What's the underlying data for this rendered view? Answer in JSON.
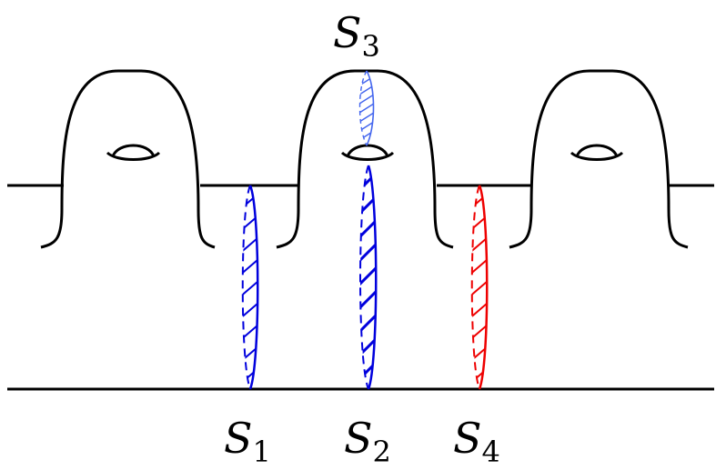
{
  "diagram": {
    "colors": {
      "surface": "#000000",
      "blue_curve": "#0000dd",
      "red_curve": "#ee0000",
      "background": "#ffffff"
    },
    "handles_count": 3,
    "curves": [
      {
        "id": "S1",
        "letter": "S",
        "index": "1",
        "color": "#0000dd",
        "kind": "meridian-disk"
      },
      {
        "id": "S2",
        "letter": "S",
        "index": "2",
        "color": "#0000dd",
        "kind": "meridian-disk"
      },
      {
        "id": "S3",
        "letter": "S",
        "index": "3",
        "color": "#0000dd",
        "kind": "handle-disk"
      },
      {
        "id": "S4",
        "letter": "S",
        "index": "4",
        "color": "#ee0000",
        "kind": "meridian-disk"
      }
    ]
  }
}
